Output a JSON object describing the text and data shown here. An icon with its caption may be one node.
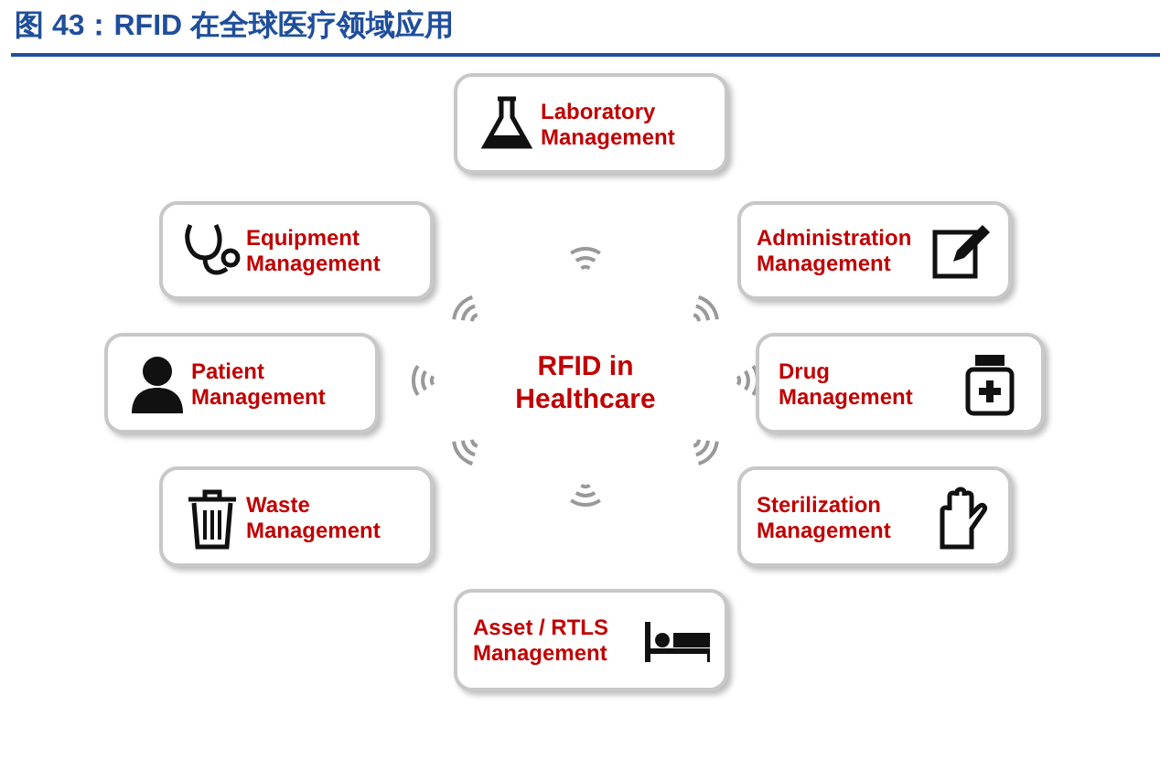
{
  "diagram": {
    "title": "图 43：RFID 在全球医疗领域应用",
    "nodes": [
      {
        "text": [
          "Laboratory Management"
        ]
      },
      {
        "text": [
          "Equipment Management"
        ]
      },
      {
        "text": [
          "Administration Management"
        ]
      },
      {
        "text": [
          "Patient Management"
        ]
      },
      {
        "text": [
          "Drug Management"
        ]
      },
      {
        "text": [
          "Waste Management"
        ]
      },
      {
        "text": [
          "Sterilization Management"
        ]
      },
      {
        "text": [
          "Asset / RTLS Management"
        ]
      }
    ],
    "labels": [
      "RFID in Healthcare"
    ]
  }
}
